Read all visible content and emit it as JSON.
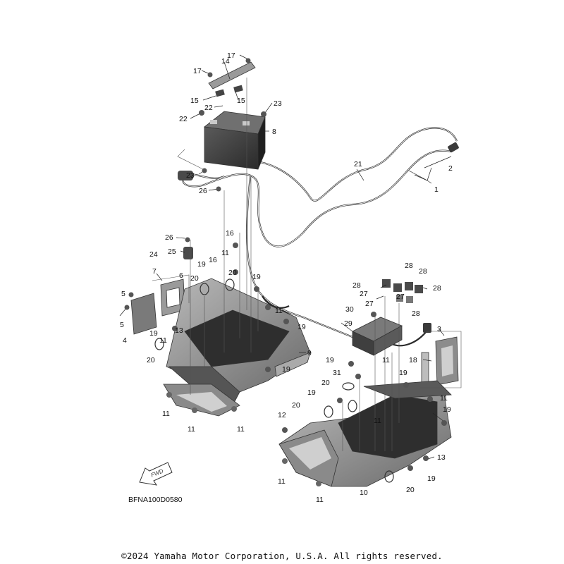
{
  "labels": [
    "1",
    "2",
    "3",
    "4",
    "5",
    "5",
    "6",
    "7",
    "8",
    "9",
    "10",
    "11",
    "11",
    "11",
    "11",
    "11",
    "11",
    "11",
    "11",
    "11",
    "11",
    "11",
    "12",
    "13",
    "13",
    "14",
    "15",
    "15",
    "16",
    "16",
    "17",
    "17",
    "18",
    "19",
    "19",
    "19",
    "19",
    "19",
    "19",
    "19",
    "19",
    "19",
    "19",
    "20",
    "20",
    "20",
    "20",
    "20",
    "20",
    "21",
    "22",
    "22",
    "23",
    "23",
    "24",
    "25",
    "26",
    "26",
    "27",
    "27",
    "27",
    "28",
    "28",
    "28",
    "28",
    "28",
    "29",
    "30",
    "31"
  ],
  "fwd_label": "FWD",
  "diagram_code": "BFNA100D0580",
  "copyright": "©2024 Yamaha Motor Corporation, U.S.A. All rights reserved.",
  "colors": {
    "part_dark": "#3a3a3a",
    "part_mid": "#8a8a8a",
    "part_light": "#cfcfcf",
    "text": "#111111"
  }
}
